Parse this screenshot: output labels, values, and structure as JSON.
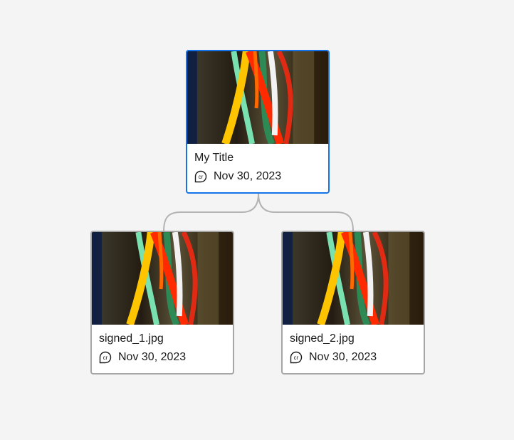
{
  "colors": {
    "background": "#f4f4f4",
    "card_border": "#a6a6a6",
    "selected_border": "#1473e6",
    "connector": "#b3b3b3"
  },
  "nodes": [
    {
      "id": "root",
      "title": "My Title",
      "date": "Nov 30, 2023",
      "icon": "content-credentials-icon",
      "selected": true
    },
    {
      "id": "child1",
      "title": "signed_1.jpg",
      "date": "Nov 30, 2023",
      "icon": "content-credentials-icon",
      "selected": false
    },
    {
      "id": "child2",
      "title": "signed_2.jpg",
      "date": "Nov 30, 2023",
      "icon": "content-credentials-icon",
      "selected": false
    }
  ]
}
